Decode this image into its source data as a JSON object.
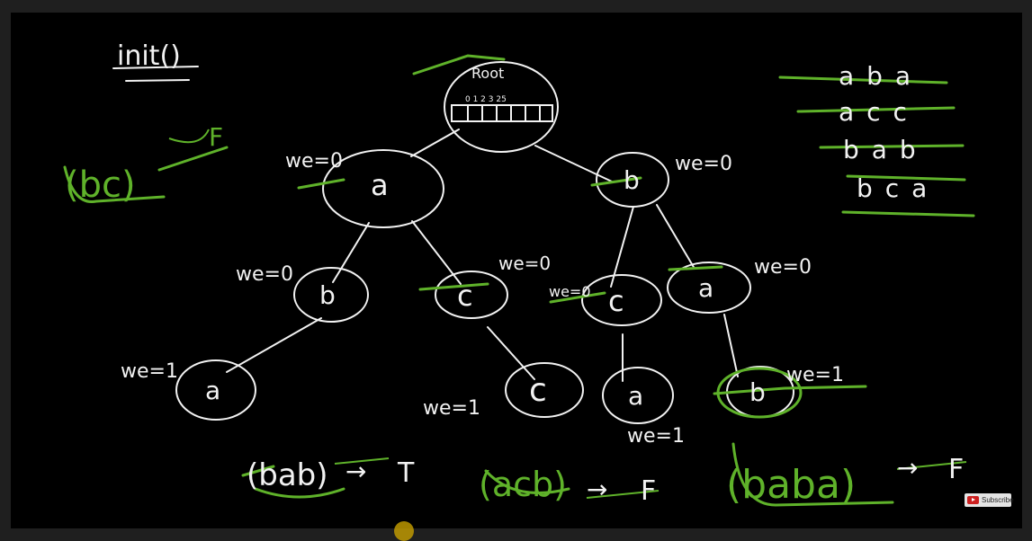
{
  "board": {
    "function_call": "init()",
    "root_label": "Root",
    "array_indices": "0  1  2 3      25",
    "side_string": "(bc)",
    "side_string_result": "F",
    "word_list": [
      "aba",
      "acc",
      "bab",
      "bca"
    ]
  },
  "nodes": [
    {
      "id": "a1",
      "label": "a",
      "we_label": "we=0"
    },
    {
      "id": "b1",
      "label": "b",
      "we_label": "we=0"
    },
    {
      "id": "b2",
      "label": "b",
      "we_label": "we=0"
    },
    {
      "id": "c1",
      "label": "c",
      "we_label": "we=0"
    },
    {
      "id": "c2",
      "label": "c",
      "we_label": "we=0"
    },
    {
      "id": "a2",
      "label": "a",
      "we_label": "we=0"
    },
    {
      "id": "a3",
      "label": "a",
      "we_label": "we=1"
    },
    {
      "id": "c3",
      "label": "c",
      "we_label": "we=1"
    },
    {
      "id": "a4",
      "label": "a",
      "we_label": "we=1"
    },
    {
      "id": "b3",
      "label": "b",
      "we_label": "we=1"
    }
  ],
  "queries": [
    {
      "text": "(bab)",
      "arrow": "→",
      "result": "T"
    },
    {
      "text": "(acb)",
      "arrow": "→",
      "result": "F"
    },
    {
      "text": "(baba)",
      "arrow": "→",
      "result": "F"
    }
  ],
  "subscribe": {
    "label": "Subscribe"
  },
  "colors": {
    "chalk": "#f2f2f2",
    "highlight": "#5fb22a",
    "background": "#000000"
  }
}
